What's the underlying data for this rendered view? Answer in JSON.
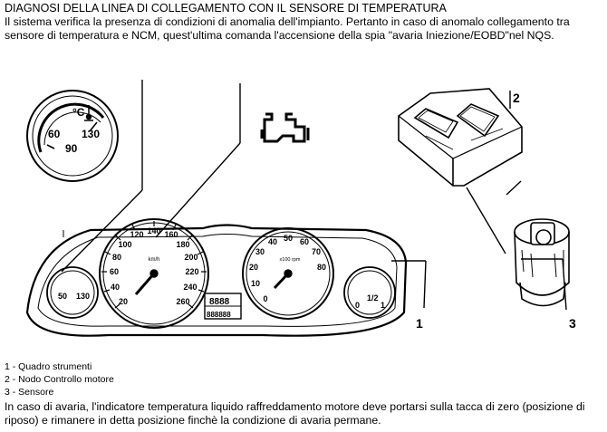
{
  "title": "DIAGNOSI DELLA LINEA DI COLLEGAMENTO CON IL SENSORE DI TEMPERATURA",
  "intro": "Il sistema verifica la presenza di condizioni di anomalia dell'impianto. Pertanto in caso di anomalo collegamento tra sensore di temperatura e NCM, quest'ultima comanda l'accensione della spia \"avaria Iniezione/EOBD\"nel NQS.",
  "callouts": {
    "quadro": "1",
    "nodo": "2",
    "sensore": "3"
  },
  "temp_gauge": {
    "unit": "°C",
    "low": "60",
    "mid": "90",
    "high": "130"
  },
  "speedo": {
    "labels": [
      "20",
      "40",
      "60",
      "80",
      "100",
      "120",
      "140",
      "160",
      "180",
      "200",
      "220",
      "240",
      "260"
    ],
    "unit": "km/h"
  },
  "tacho": {
    "labels": [
      "0",
      "10",
      "20",
      "30",
      "40",
      "50",
      "60",
      "70",
      "80"
    ],
    "unit": "x100 rpm"
  },
  "small_temp": {
    "low": "50",
    "high": "130"
  },
  "fuel": {
    "empty": "0",
    "half": "1/2",
    "full": "1"
  },
  "odometer": {
    "trip": "8888",
    "total": "888888"
  },
  "legend": [
    "1 - Quadro strumenti",
    "2 - Nodo Controllo motore",
    "3 - Sensore"
  ],
  "note": "In caso di avaria, l'indicatore temperatura liquido raffreddamento motore deve portarsi sulla tacca di zero (posizione di riposo) e rimanere in detta posizione finchè la condizione di avaria permane."
}
